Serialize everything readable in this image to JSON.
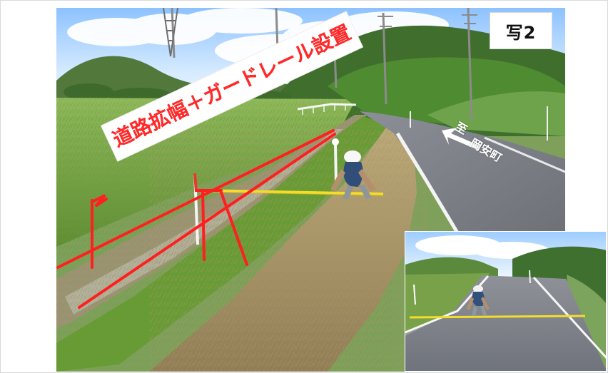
{
  "label": {
    "text": "写2"
  },
  "overlay": {
    "banner_text": "道路拡幅＋ガードレール設置",
    "direction_text": "至",
    "destination_text": "岡安町"
  },
  "colors": {
    "annotation_red": "#ff1f1f",
    "road_gray": "#8c8f97",
    "field_green": "#7faa45",
    "sky_blue": "#cfe8ff",
    "frame_border": "#d9d9d9"
  },
  "icons": {
    "direction": "left-up-arrow-icon"
  }
}
